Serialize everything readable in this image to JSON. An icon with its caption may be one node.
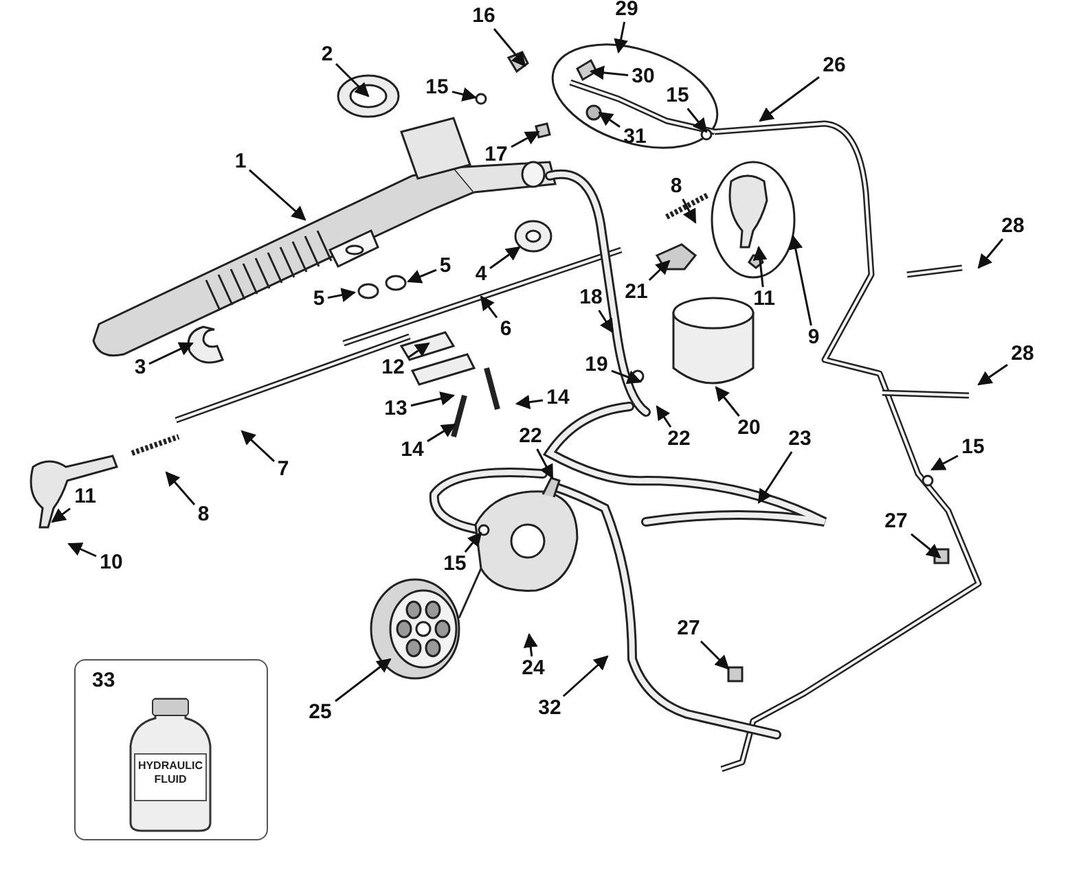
{
  "diagram": {
    "nodes": [
      {
        "text": [
          "1"
        ]
      },
      {
        "text": [
          "2"
        ]
      },
      {
        "text": [
          "16"
        ]
      },
      {
        "text": [
          "15"
        ]
      },
      {
        "text": [
          "17"
        ]
      },
      {
        "text": [
          "29"
        ]
      },
      {
        "text": [
          "30"
        ]
      },
      {
        "text": [
          "15"
        ]
      },
      {
        "text": [
          "31"
        ]
      },
      {
        "text": [
          "26"
        ]
      },
      {
        "text": [
          "8"
        ]
      },
      {
        "text": [
          "4"
        ]
      },
      {
        "text": [
          "5"
        ]
      },
      {
        "text": [
          "5"
        ]
      },
      {
        "text": [
          "6"
        ]
      },
      {
        "text": [
          "3"
        ]
      },
      {
        "text": [
          "18"
        ]
      },
      {
        "text": [
          "21"
        ]
      },
      {
        "text": [
          "11"
        ]
      },
      {
        "text": [
          "9"
        ]
      },
      {
        "text": [
          "19"
        ]
      },
      {
        "text": [
          "28"
        ]
      },
      {
        "text": [
          "28"
        ]
      },
      {
        "text": [
          "12"
        ]
      },
      {
        "text": [
          "13"
        ]
      },
      {
        "text": [
          "14"
        ]
      },
      {
        "text": [
          "14"
        ]
      },
      {
        "text": [
          "22"
        ]
      },
      {
        "text": [
          "20"
        ]
      },
      {
        "text": [
          "7"
        ]
      },
      {
        "text": [
          "8"
        ]
      },
      {
        "text": [
          "11"
        ]
      },
      {
        "text": [
          "10"
        ]
      },
      {
        "text": [
          "22"
        ]
      },
      {
        "text": [
          "23"
        ]
      },
      {
        "text": [
          "15"
        ]
      },
      {
        "text": [
          "27"
        ]
      },
      {
        "text": [
          "15"
        ]
      },
      {
        "text": [
          "24"
        ]
      },
      {
        "text": [
          "25"
        ]
      },
      {
        "text": [
          "32"
        ]
      },
      {
        "text": [
          "27"
        ]
      },
      {
        "text": [
          "33"
        ]
      }
    ],
    "edges": [
      {
        "from": 0,
        "to": null,
        "arrow": "to"
      },
      {
        "from": 1,
        "to": null,
        "arrow": "to"
      },
      {
        "from": 2,
        "to": null,
        "arrow": "to"
      },
      {
        "from": 3,
        "to": null,
        "arrow": "to"
      },
      {
        "from": 4,
        "to": null,
        "arrow": "to"
      },
      {
        "from": 5,
        "to": null,
        "arrow": "to"
      },
      {
        "from": 6,
        "to": null,
        "arrow": "to"
      },
      {
        "from": 7,
        "to": null,
        "arrow": "to"
      },
      {
        "from": 8,
        "to": null,
        "arrow": "to"
      },
      {
        "from": 9,
        "to": null,
        "arrow": "to"
      },
      {
        "from": 10,
        "to": null,
        "arrow": "to"
      },
      {
        "from": 11,
        "to": null,
        "arrow": "to"
      },
      {
        "from": 12,
        "to": null,
        "arrow": "to"
      },
      {
        "from": 13,
        "to": null,
        "arrow": "to"
      },
      {
        "from": 14,
        "to": null,
        "arrow": "to"
      },
      {
        "from": 15,
        "to": null,
        "arrow": "to"
      },
      {
        "from": 16,
        "to": null,
        "arrow": "to"
      },
      {
        "from": 17,
        "to": null,
        "arrow": "to"
      },
      {
        "from": 18,
        "to": null,
        "arrow": "to"
      },
      {
        "from": 19,
        "to": null,
        "arrow": "to"
      },
      {
        "from": 20,
        "to": null,
        "arrow": "to"
      },
      {
        "from": 21,
        "to": null,
        "arrow": "to"
      },
      {
        "from": 22,
        "to": null,
        "arrow": "to"
      },
      {
        "from": 23,
        "to": null,
        "arrow": "to"
      },
      {
        "from": 24,
        "to": null,
        "arrow": "to"
      },
      {
        "from": 25,
        "to": null,
        "arrow": "to"
      },
      {
        "from": 26,
        "to": null,
        "arrow": "to"
      },
      {
        "from": 27,
        "to": null,
        "arrow": "to"
      },
      {
        "from": 28,
        "to": null,
        "arrow": "to"
      },
      {
        "from": 29,
        "to": null,
        "arrow": "to"
      },
      {
        "from": 30,
        "to": null,
        "arrow": "to"
      },
      {
        "from": 31,
        "to": null,
        "arrow": "to"
      },
      {
        "from": 32,
        "to": null,
        "arrow": "to"
      },
      {
        "from": 33,
        "to": null,
        "arrow": "to"
      },
      {
        "from": 34,
        "to": null,
        "arrow": "to"
      },
      {
        "from": 35,
        "to": null,
        "arrow": "to"
      },
      {
        "from": 36,
        "to": null,
        "arrow": "to"
      },
      {
        "from": 37,
        "to": null,
        "arrow": "to"
      },
      {
        "from": 38,
        "to": null,
        "arrow": "to"
      },
      {
        "from": 39,
        "to": null,
        "arrow": "to"
      },
      {
        "from": 40,
        "to": null,
        "arrow": "to"
      },
      {
        "from": 41,
        "to": null,
        "arrow": "to"
      }
    ],
    "labels": [
      "HYDRAULIC FLUID"
    ]
  }
}
